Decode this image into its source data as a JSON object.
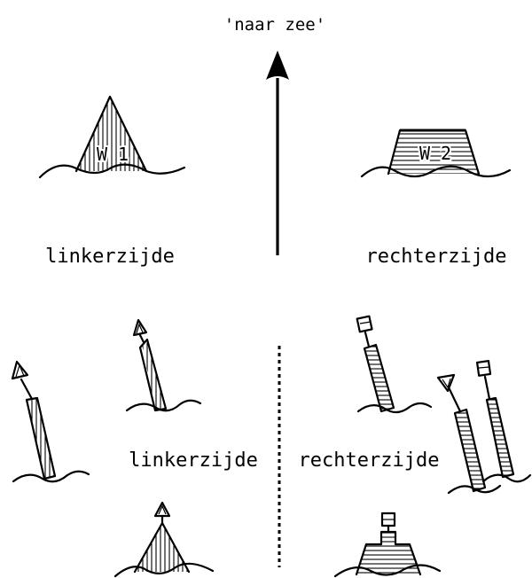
{
  "direction_label": "'naar zee'",
  "top": {
    "left_label": "linkerzijde",
    "right_label": "rechterzijde",
    "left_buoy_text": "W 1",
    "right_buoy_text": "W 2"
  },
  "bottom": {
    "left_label": "linkerzijde",
    "right_label": "rechterzijde"
  }
}
